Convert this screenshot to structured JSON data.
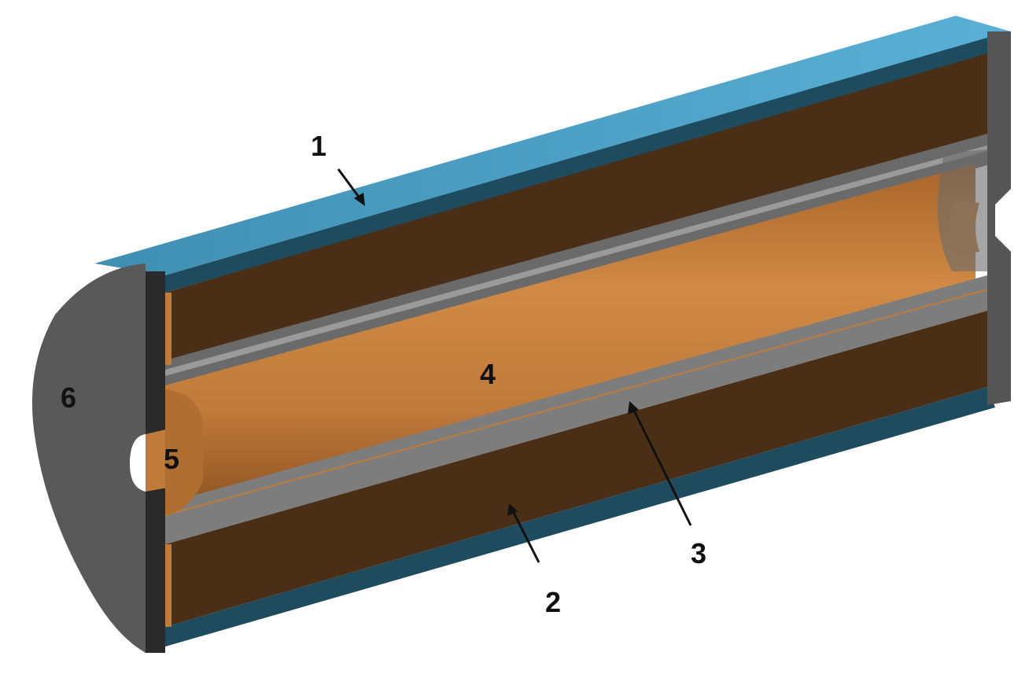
{
  "diagram": {
    "labels": {
      "l1": "1",
      "l2": "2",
      "l3": "3",
      "l4": "4",
      "l5": "5",
      "l6": "6"
    },
    "colors": {
      "shell_blue": "#4a9fc4",
      "shell_blue_dark": "#1e4a5c",
      "brown": "#4a2e16",
      "orange": "#c07a3a",
      "gray": "#5a5a5a",
      "gray_light": "#8a8a8a",
      "dark": "#2e2e2e"
    }
  }
}
